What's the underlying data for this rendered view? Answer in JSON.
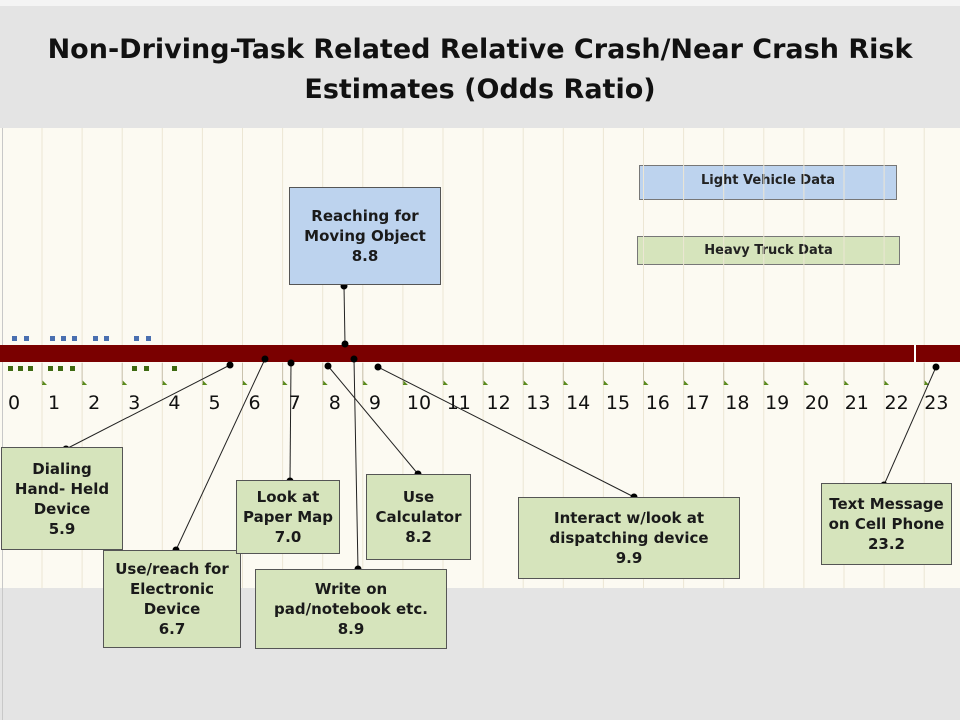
{
  "title": {
    "line1": "Non-Driving-Task Related Relative Crash/Near Crash Risk",
    "line2": "Estimates (Odds Ratio)"
  },
  "legend": {
    "light": "Light Vehicle Data",
    "heavy": "Heavy Truck Data"
  },
  "colors": {
    "axis_bar": "#7a0000",
    "light_box": "#bdd3ee",
    "heavy_box": "#d6e4bc",
    "tick_green": "#5a8a1c",
    "dot_blue": "#4a6fb0",
    "dot_green": "#3e6a12"
  },
  "axis": {
    "min": 0,
    "max": 23,
    "ticks": [
      "0",
      "1",
      "2",
      "3",
      "4",
      "5",
      "6",
      "7",
      "8",
      "9",
      "10",
      "11",
      "12",
      "13",
      "14",
      "15",
      "16",
      "17",
      "18",
      "19",
      "20",
      "21",
      "22",
      "23"
    ]
  },
  "items": [
    {
      "id": "reaching",
      "type": "light",
      "lines": [
        "Reaching for",
        "Moving Object"
      ],
      "value": "8.8"
    },
    {
      "id": "dialing",
      "type": "heavy",
      "lines": [
        "Dialing",
        "Hand- Held",
        "Device"
      ],
      "value": "5.9"
    },
    {
      "id": "usereach",
      "type": "heavy",
      "lines": [
        "Use/reach for",
        "Electronic",
        "Device"
      ],
      "value": "6.7"
    },
    {
      "id": "paper",
      "type": "heavy",
      "lines": [
        "Look at",
        "Paper Map"
      ],
      "value": "7.0"
    },
    {
      "id": "write",
      "type": "heavy",
      "lines": [
        "Write on",
        "pad/notebook etc."
      ],
      "value": "8.9"
    },
    {
      "id": "calc",
      "type": "heavy",
      "lines": [
        "Use",
        "Calculator"
      ],
      "value": "8.2"
    },
    {
      "id": "dispatch",
      "type": "heavy",
      "lines": [
        "Interact w/look at",
        "dispatching device"
      ],
      "value": "9.9"
    },
    {
      "id": "text",
      "type": "heavy",
      "lines": [
        "Text Message",
        "on Cell Phone"
      ],
      "value": "23.2"
    }
  ]
}
